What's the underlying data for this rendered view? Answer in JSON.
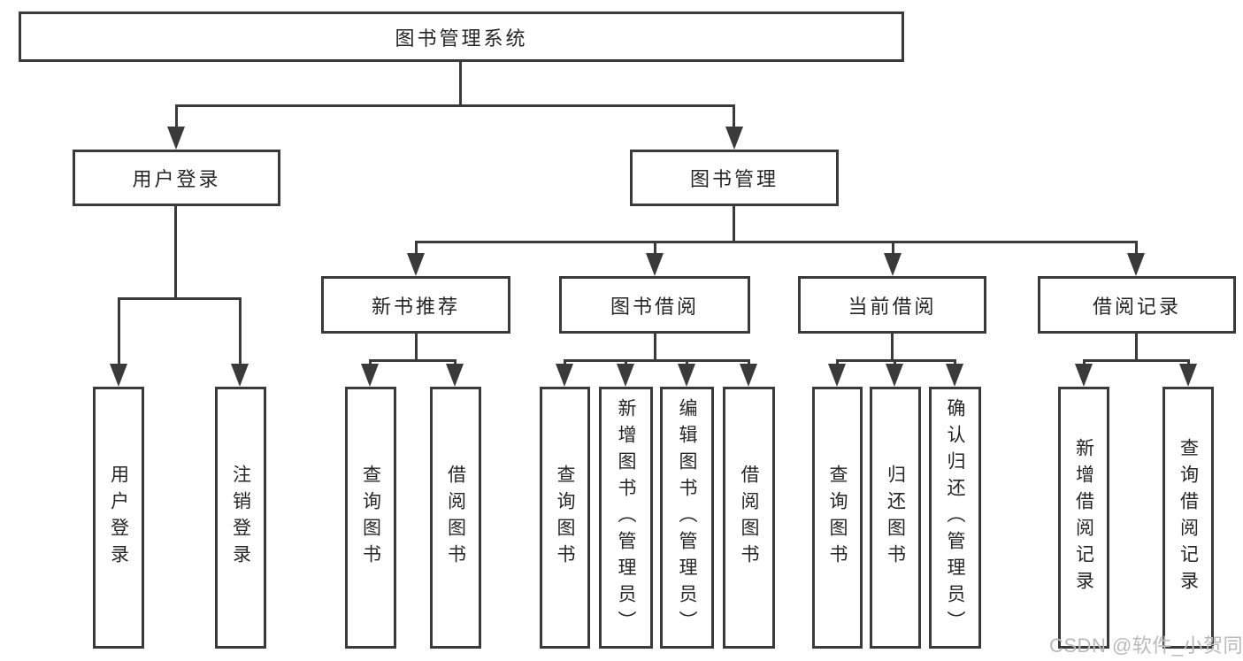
{
  "tree": {
    "label": "图书管理系统",
    "children": [
      {
        "label": "用户登录",
        "children": [
          {
            "label": "用户登录"
          },
          {
            "label": "注销登录"
          }
        ]
      },
      {
        "label": "图书管理",
        "children": [
          {
            "label": "新书推荐",
            "children": [
              {
                "label": "查询图书"
              },
              {
                "label": "借阅图书"
              }
            ]
          },
          {
            "label": "图书借阅",
            "children": [
              {
                "label": "查询图书"
              },
              {
                "label": "新增图书（管理员）"
              },
              {
                "label": "编辑图书（管理员）"
              },
              {
                "label": "借阅图书"
              }
            ]
          },
          {
            "label": "当前借阅",
            "children": [
              {
                "label": "查询图书"
              },
              {
                "label": "归还图书"
              },
              {
                "label": "确认归还（管理员）"
              }
            ]
          },
          {
            "label": "借阅记录",
            "children": [
              {
                "label": "新增借阅记录"
              },
              {
                "label": "查询借阅记录"
              }
            ]
          }
        ]
      }
    ]
  },
  "watermark": {
    "text": "CSDN @软件_小贺同学"
  },
  "colors": {
    "line": "#3a3a3a",
    "text": "#262626",
    "wm": "#b9b9b9",
    "bg": "#ffffff"
  }
}
